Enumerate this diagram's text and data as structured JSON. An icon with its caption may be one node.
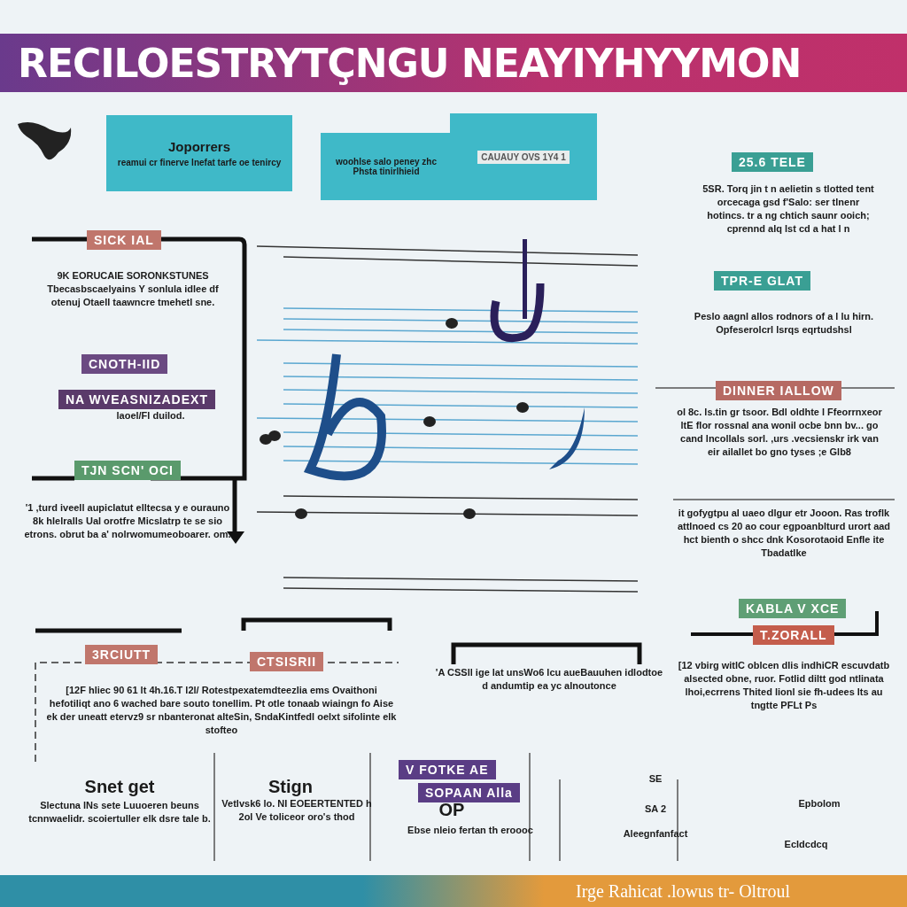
{
  "diagram": {
    "title": "RECILOESTRYTÇNGU NEAYIYHYYMON",
    "caption": "Irge Rahicat .lowus tr- Oltroul",
    "nodes": [
      {
        "text": [
          "Joporrers",
          "reamui cr finerve lnefat tarfe oe tenircy"
        ]
      },
      {
        "text": [
          "woohlse salo peney zhc Phsta tinirlhieid"
        ]
      },
      {
        "text": [
          "CAUAUY OVS 1Y4 1"
        ]
      },
      {
        "text": [
          "25.6 TELE"
        ],
        "beside": [
          "5SR. Torq jin t n aelietin s tlotted tent orcecaga gsd f'Salo: ser tlnenr hotincs. tr a ng chtich saunr ooich; cprennd alq lst cd a hat l n"
        ]
      },
      {
        "text": [
          "TPR-E GLAT"
        ],
        "beside": [
          "Peslo aagnl allos rodnors of a l lu hirn. Opfeserolcrl lsrqs eqrtudshsl"
        ]
      },
      {
        "text": [
          "DINNER IALLOW"
        ],
        "beside": [
          "ol 8c. ls.tin gr tsoor. Bdl oldhte l Ffeorrnxeor ltE flor rossnal ana wonil ocbe bnn bv... go cand lncollals sorl. ,urs .vecsienskr irk van eir ailallet bo gno tyses ;e Glb8"
        ]
      },
      {
        "text": [
          "KABLA V XCE"
        ]
      },
      {
        "text": [
          "T.ZORALL"
        ],
        "beside": [
          "[12 vbirg witlC oblcen dlis indhiCR escuvdatb alsected obne, ruor. Fotlid diltt god ntlinata lhoi,ecrrens Thited lionl sie fh-udees lts au tngtte PFLt Ps"
        ]
      },
      {
        "text": [
          "SICK IAL"
        ],
        "beside": [
          "9K EORUCAIE SORONKSTUNES Tbecasbscaelyains Y sonlula idlee df otenuj Otaell taawncre tmehetl sne."
        ]
      },
      {
        "text": [
          "CNOTH-IID"
        ]
      },
      {
        "text": [
          "NA WVEASNIZADEXT"
        ],
        "beside": [
          "laoel/Fl duilod."
        ]
      },
      {
        "text": [
          "TJN SCN' OCI"
        ],
        "beside": [
          "'1 ,turd iveell aupiclatut elltecsa y e ourauno 8k hlelralls Ual orotfre Micslatrp te se sio etrons. obrut ba a' nolrwomumeoboarer. om."
        ]
      },
      {
        "text": [
          "3RCIUTT"
        ],
        "beside": [
          "[12F hliec 90 61 lt 4h.16.T l2l/ Rotestpexatemdteezlia ems Ovaithoni hefotiliqt ano 6 wached bare souto tonellim. Pt otle tonaab wiaingn fo Aise ek der uneatt etervz9 sr nbanteronat alteSin, SndaKintfedl oelxt sifolinte elk stofteo"
        ]
      },
      {
        "text": [
          "CTSISRII"
        ]
      },
      {
        "text": [
          "V FOTKE AE"
        ]
      },
      {
        "text": [
          "SOPAAN Alla"
        ]
      }
    ],
    "labels": [
      "it gofygtpu al uaeo dlgur etr Jooon. Ras troflk attlnoed cs 20 ao cour egpoanblturd urort aad hct bienth o shcc dnk Kosorotaoid Enfle ite Tbadatlke",
      "'A CSSll ige lat unsWo6 lcu aueBauuhen idlodtoe d andumtip ea yc alnoutonce",
      "Snet get",
      "Slectuna lNs sete Luuoeren beuns tcnnwaelidr. scoiertuller elk dsre tale b.",
      "Stign",
      "Vetlvsk6 lo. NI EOEERTENTED h 2ol Ve toliceor oro's thod",
      "OP",
      "Ebse nleio fertan th eroooc",
      "SE",
      "SA 2",
      "Aleegnfanfact",
      "Epbolom",
      "Ecldcdcq"
    ]
  }
}
